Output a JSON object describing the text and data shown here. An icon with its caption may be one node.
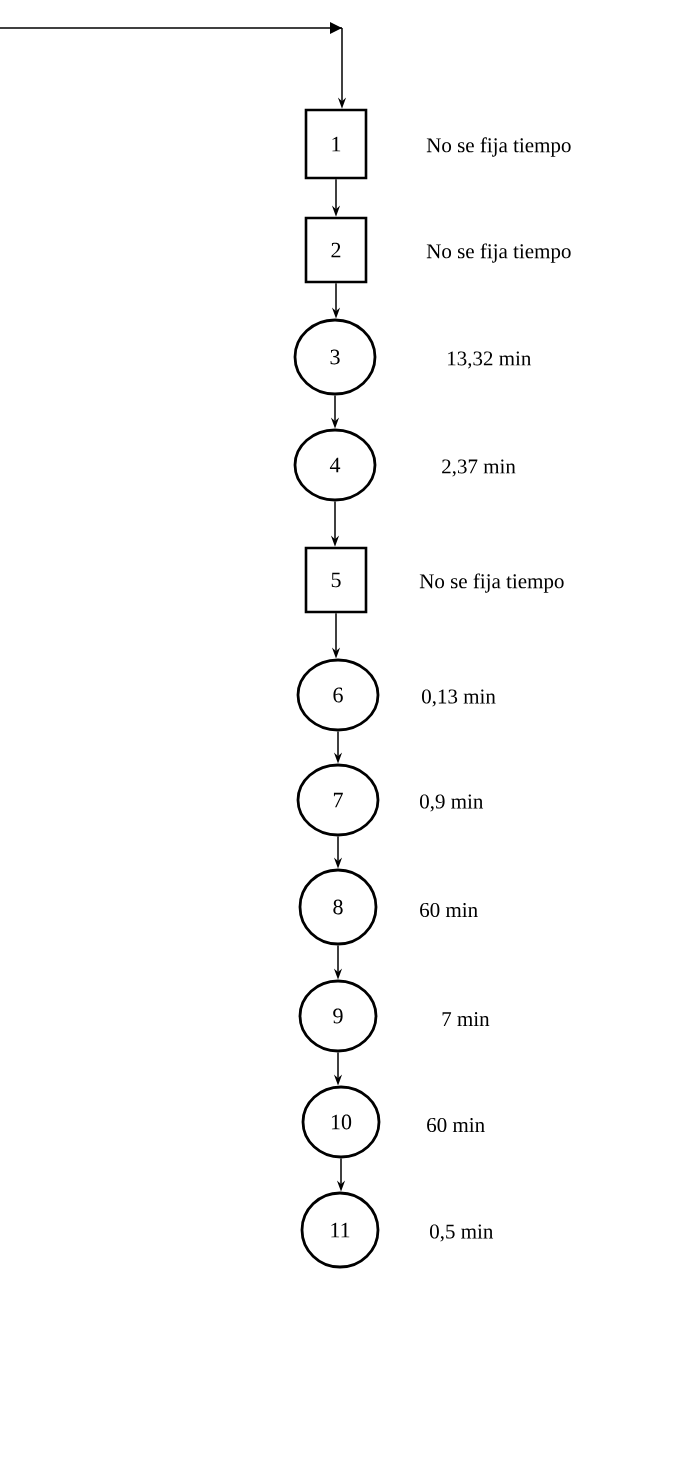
{
  "diagram": {
    "nodes": [
      {
        "text": [
          "1"
        ],
        "beside": [
          "No se fija tiempo"
        ]
      },
      {
        "text": [
          "2"
        ],
        "beside": [
          "No se fija tiempo"
        ]
      },
      {
        "text": [
          "3"
        ],
        "beside": [
          "13,32 min"
        ]
      },
      {
        "text": [
          "4"
        ],
        "beside": [
          "2,37 min"
        ]
      },
      {
        "text": [
          "5"
        ],
        "beside": [
          "No se fija tiempo"
        ]
      },
      {
        "text": [
          "6"
        ],
        "beside": [
          "0,13 min"
        ]
      },
      {
        "text": [
          "7"
        ],
        "beside": [
          "0,9 min"
        ]
      },
      {
        "text": [
          "8"
        ],
        "beside": [
          "60 min"
        ]
      },
      {
        "text": [
          "9"
        ],
        "beside": [
          "7 min"
        ]
      },
      {
        "text": [
          "10"
        ],
        "beside": [
          "60 min"
        ]
      },
      {
        "text": [
          "11"
        ],
        "beside": [
          "0,5 min"
        ]
      }
    ],
    "edges": [
      {
        "from": null,
        "to": 0,
        "arrow": "to"
      },
      {
        "from": 0,
        "to": 1,
        "arrow": "to"
      },
      {
        "from": 1,
        "to": 2,
        "arrow": "to"
      },
      {
        "from": 2,
        "to": 3,
        "arrow": "to"
      },
      {
        "from": 3,
        "to": 4,
        "arrow": "to"
      },
      {
        "from": 4,
        "to": 5,
        "arrow": "to"
      },
      {
        "from": 5,
        "to": 6,
        "arrow": "to"
      },
      {
        "from": 6,
        "to": 7,
        "arrow": "to"
      },
      {
        "from": 7,
        "to": 8,
        "arrow": "to"
      },
      {
        "from": 8,
        "to": 9,
        "arrow": "to"
      },
      {
        "from": 9,
        "to": 10,
        "arrow": "to"
      }
    ]
  }
}
